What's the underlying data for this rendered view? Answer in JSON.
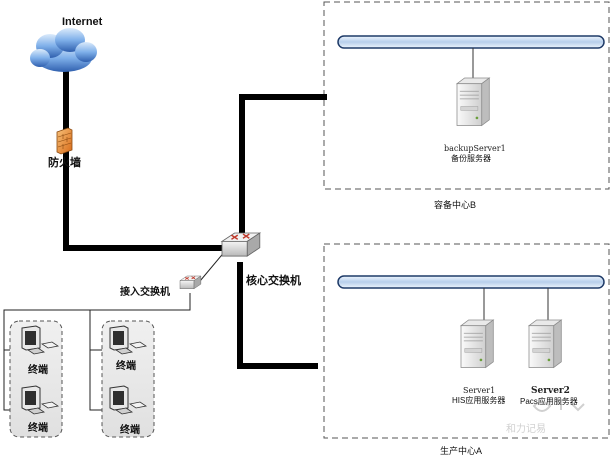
{
  "labels": {
    "internet": "Internet",
    "firewall": "防火墙",
    "core_switch": "核心交换机",
    "access_switch": "接入交换机",
    "backup_center": "容备中心B",
    "production_center": "生产中心A",
    "backup_server_name": "backupServer1",
    "backup_server_role": "备份服务器",
    "server1_name": "Server1",
    "server1_role": "HIS应用服务器",
    "server2_name": "Server2",
    "server2_role": "Pacs应用服务器",
    "terminal": "终端",
    "watermark": "和力记易"
  },
  "terminals": [
    {
      "label": "终端"
    },
    {
      "label": "终端"
    },
    {
      "label": "终端"
    },
    {
      "label": "终端"
    }
  ],
  "colors": {
    "bus_fill": "#cfe0f3",
    "bus_stroke": "#1f3b68",
    "cloud": "#5a8fd8",
    "firewall": "#e88a2d",
    "dash": "#555555"
  },
  "icons": {
    "cloud": "cloud-icon",
    "firewall": "firewall-icon",
    "switch": "switch-icon",
    "server": "server-icon",
    "computer": "computer-icon"
  }
}
